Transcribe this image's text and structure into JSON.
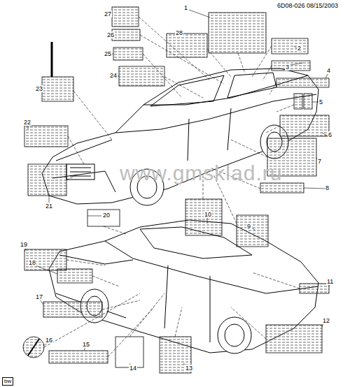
{
  "diagram": {
    "labels": [
      "6D08-026 08/15/2003",
      "1",
      "2",
      "3",
      "4",
      "5",
      "6",
      "7",
      "8",
      "9",
      "10",
      "11",
      "12",
      "13",
      "14",
      "15",
      "16",
      "17",
      "18",
      "19",
      "20",
      "21",
      "22",
      "23",
      "24",
      "25",
      "26",
      "27",
      "28",
      "www.gmsklad.ru",
      "bw"
    ]
  }
}
